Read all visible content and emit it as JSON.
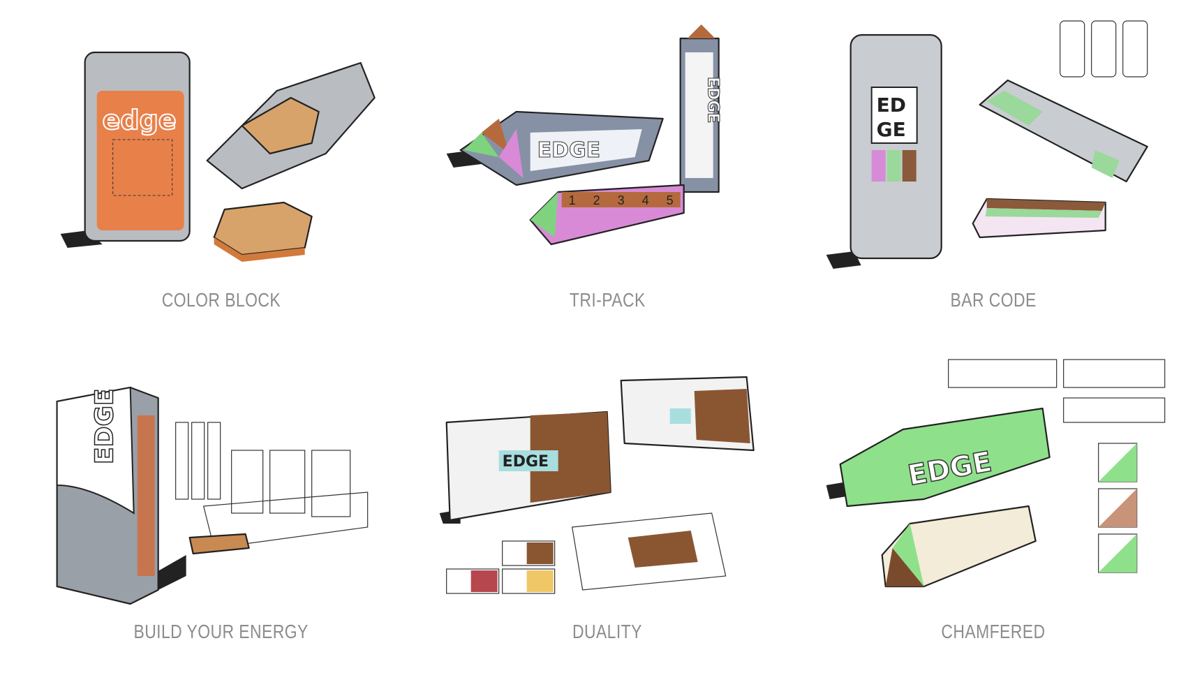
{
  "sketches": [
    {
      "caption": "COLOR BLOCK",
      "wordmark": "edge",
      "colors": {
        "primary": "#e8804a",
        "wrapper": "#b9bdc2",
        "bar": "#d7a36a"
      }
    },
    {
      "caption": "TRI-PACK",
      "wordmark": "EDGE",
      "tiles": [
        "1",
        "2",
        "3",
        "4",
        "5"
      ],
      "colors": {
        "primary": "#d98ad6",
        "green": "#7fd37f",
        "brown": "#b56a3d",
        "slate": "#8791a6"
      }
    },
    {
      "caption": "BAR CODE",
      "wordmark_top": "ED",
      "wordmark_bottom": "GE",
      "colors": {
        "pink": "#d58bd6",
        "green": "#9bd89b",
        "brown": "#8a5a3a",
        "wrapper": "#c9ccd1"
      }
    },
    {
      "caption": "BUILD YOUR ENERGY",
      "wordmark": "EDGE",
      "colors": {
        "box": "#9aa0a8",
        "accent": "#cf6d3e",
        "green": "#8fcf7d",
        "bar": "#c98a52"
      }
    },
    {
      "caption": "DUALITY",
      "wordmark": "EDGE",
      "colors": {
        "teal": "#a8dede",
        "brown": "#8a5632",
        "box": "#f2f2f2",
        "red": "#b7474f",
        "yellow": "#f0c766"
      }
    },
    {
      "caption": "CHAMFERED",
      "wordmark": "EDGE",
      "colors": {
        "green": "#8fe08a",
        "yellow": "#f2e27a",
        "blue": "#9bd6ec",
        "bar": "#f2ecd8",
        "brown": "#7a4a2c"
      }
    }
  ]
}
